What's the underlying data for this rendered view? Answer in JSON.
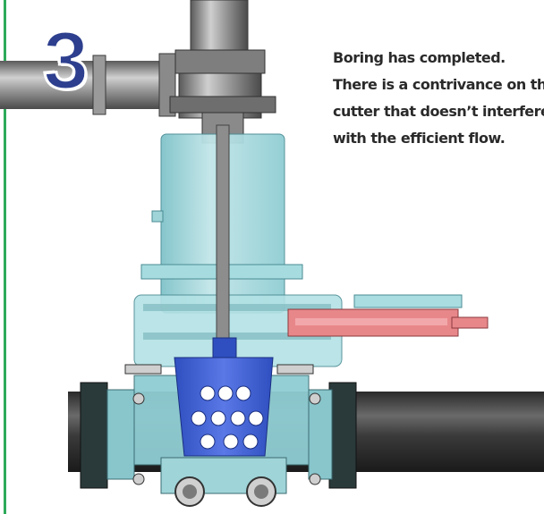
{
  "step": {
    "number": "3"
  },
  "caption": {
    "lines": [
      "Boring has completed.",
      "There is a contrivance on the",
      "cutter that doesn’t interfere",
      "with the efficient flow."
    ]
  },
  "colors": {
    "accent_border": "#2eaa5a",
    "step_number": "#2d3f8e",
    "housing": "#a8dadf",
    "cutter": "#3f5fd8",
    "actuator": "#e8878a",
    "pipe": "#3a3a3a"
  },
  "icons": {
    "diagram": "valve-cross-section-illustration"
  }
}
